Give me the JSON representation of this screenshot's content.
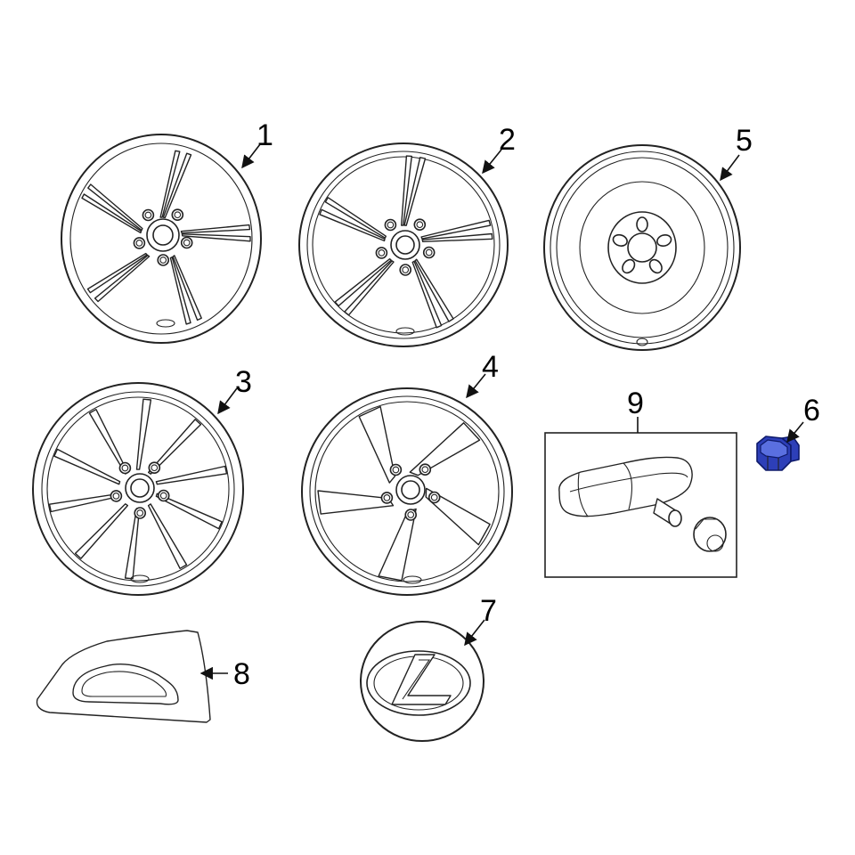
{
  "callouts": [
    {
      "id": "1",
      "label": "1"
    },
    {
      "id": "2",
      "label": "2"
    },
    {
      "id": "3",
      "label": "3"
    },
    {
      "id": "4",
      "label": "4"
    },
    {
      "id": "5",
      "label": "5"
    },
    {
      "id": "6",
      "label": "6"
    },
    {
      "id": "7",
      "label": "7"
    },
    {
      "id": "8",
      "label": "8"
    },
    {
      "id": "9",
      "label": "9"
    }
  ],
  "highlight_color": "#2d3fb8",
  "highlighted_part": "6"
}
